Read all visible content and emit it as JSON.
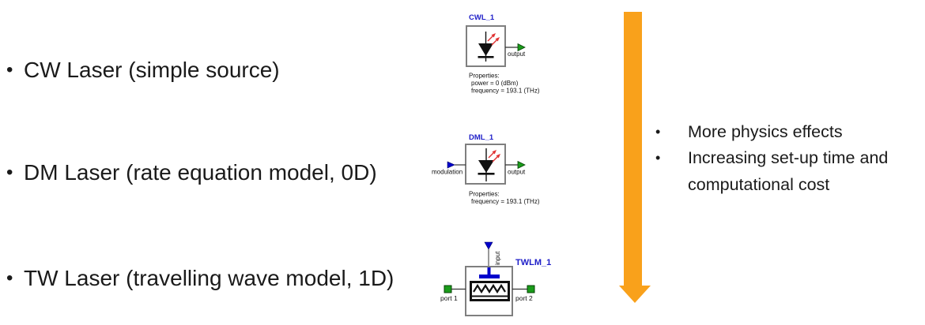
{
  "slide": {
    "bullet_char": "•",
    "bullets": [
      {
        "label": "CW Laser (simple source)"
      },
      {
        "label": "DM Laser (rate equation model, 0D)"
      },
      {
        "label": "TW Laser (travelling wave model, 1D)"
      }
    ]
  },
  "components": {
    "cwl": {
      "title": "CWL_1",
      "output_label": "output",
      "properties": [
        "Properties:",
        "power = 0 (dBm)",
        "frequency = 193.1 (THz)"
      ]
    },
    "dml": {
      "title": "DML_1",
      "input_label": "modulation",
      "output_label": "output",
      "properties": [
        "Properties:",
        "frequency = 193.1 (THz)"
      ]
    },
    "twlm": {
      "title": "TWLM_1",
      "input_label": "input",
      "port1_label": "port 1",
      "port2_label": "port 2"
    }
  },
  "notes": {
    "items": [
      "More physics effects",
      "Increasing set-up time and computational cost"
    ]
  },
  "colors": {
    "arrow_orange": "#F9A11B",
    "component_label_blue": "#1E1EC8",
    "input_port_blue": "#0000CC",
    "output_port_green": "#1A9C1A",
    "emission_red": "#E03232",
    "box_border_gray": "#7F7F7F"
  }
}
